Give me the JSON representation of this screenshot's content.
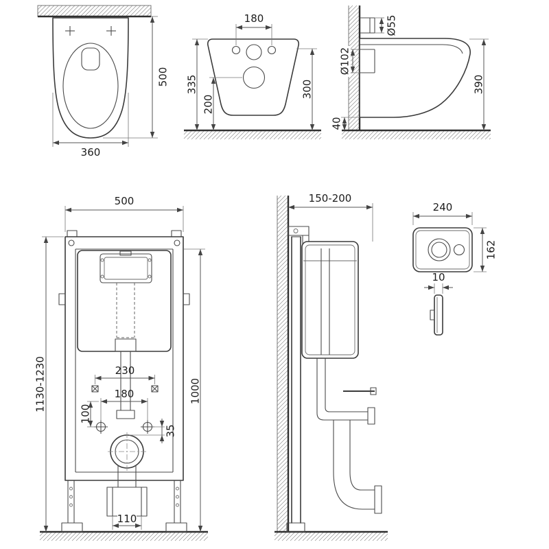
{
  "drawing": {
    "bowl_top": {
      "depth": "500",
      "width": "360"
    },
    "bowl_front": {
      "hole_spacing": "180",
      "height": "335",
      "outlet_height": "200",
      "mount_height": "300"
    },
    "bowl_side": {
      "inlet_diameter": "Ø55",
      "outlet_diameter": "Ø102",
      "depth": "390",
      "clearance": "40"
    },
    "frame_front": {
      "width": "500",
      "height_range": "1130-1230",
      "height": "1000",
      "supply_spacing": "230",
      "stud_spacing": "180",
      "offset_vertical": "100",
      "offset_small": "35",
      "outlet_width": "110"
    },
    "frame_side": {
      "wall_distance": "150-200"
    },
    "flush_plate": {
      "width": "240",
      "height": "162",
      "thickness": "10"
    }
  }
}
